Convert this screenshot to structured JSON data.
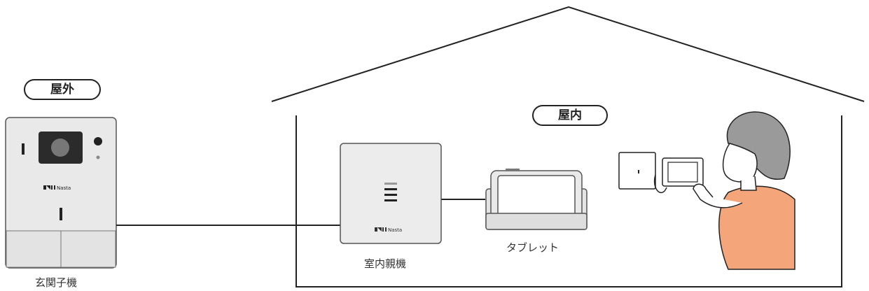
{
  "labels": {
    "outdoor": "屋外",
    "indoor": "屋内",
    "entrance_unit": "玄関子機",
    "indoor_unit": "室内親機",
    "tablet": "タブレット"
  },
  "brand": {
    "logo_text": "Nasta"
  },
  "colors": {
    "line": "#222222",
    "device_body": "#e6e6e6",
    "camera_panel": "#2b2b2b",
    "skin": "#ffffff",
    "hair": "#9a9a9a",
    "shirt": "#f4a67a"
  },
  "icons": [
    "camera-icon",
    "speaker-icon",
    "logo-icon",
    "person-illustration"
  ]
}
